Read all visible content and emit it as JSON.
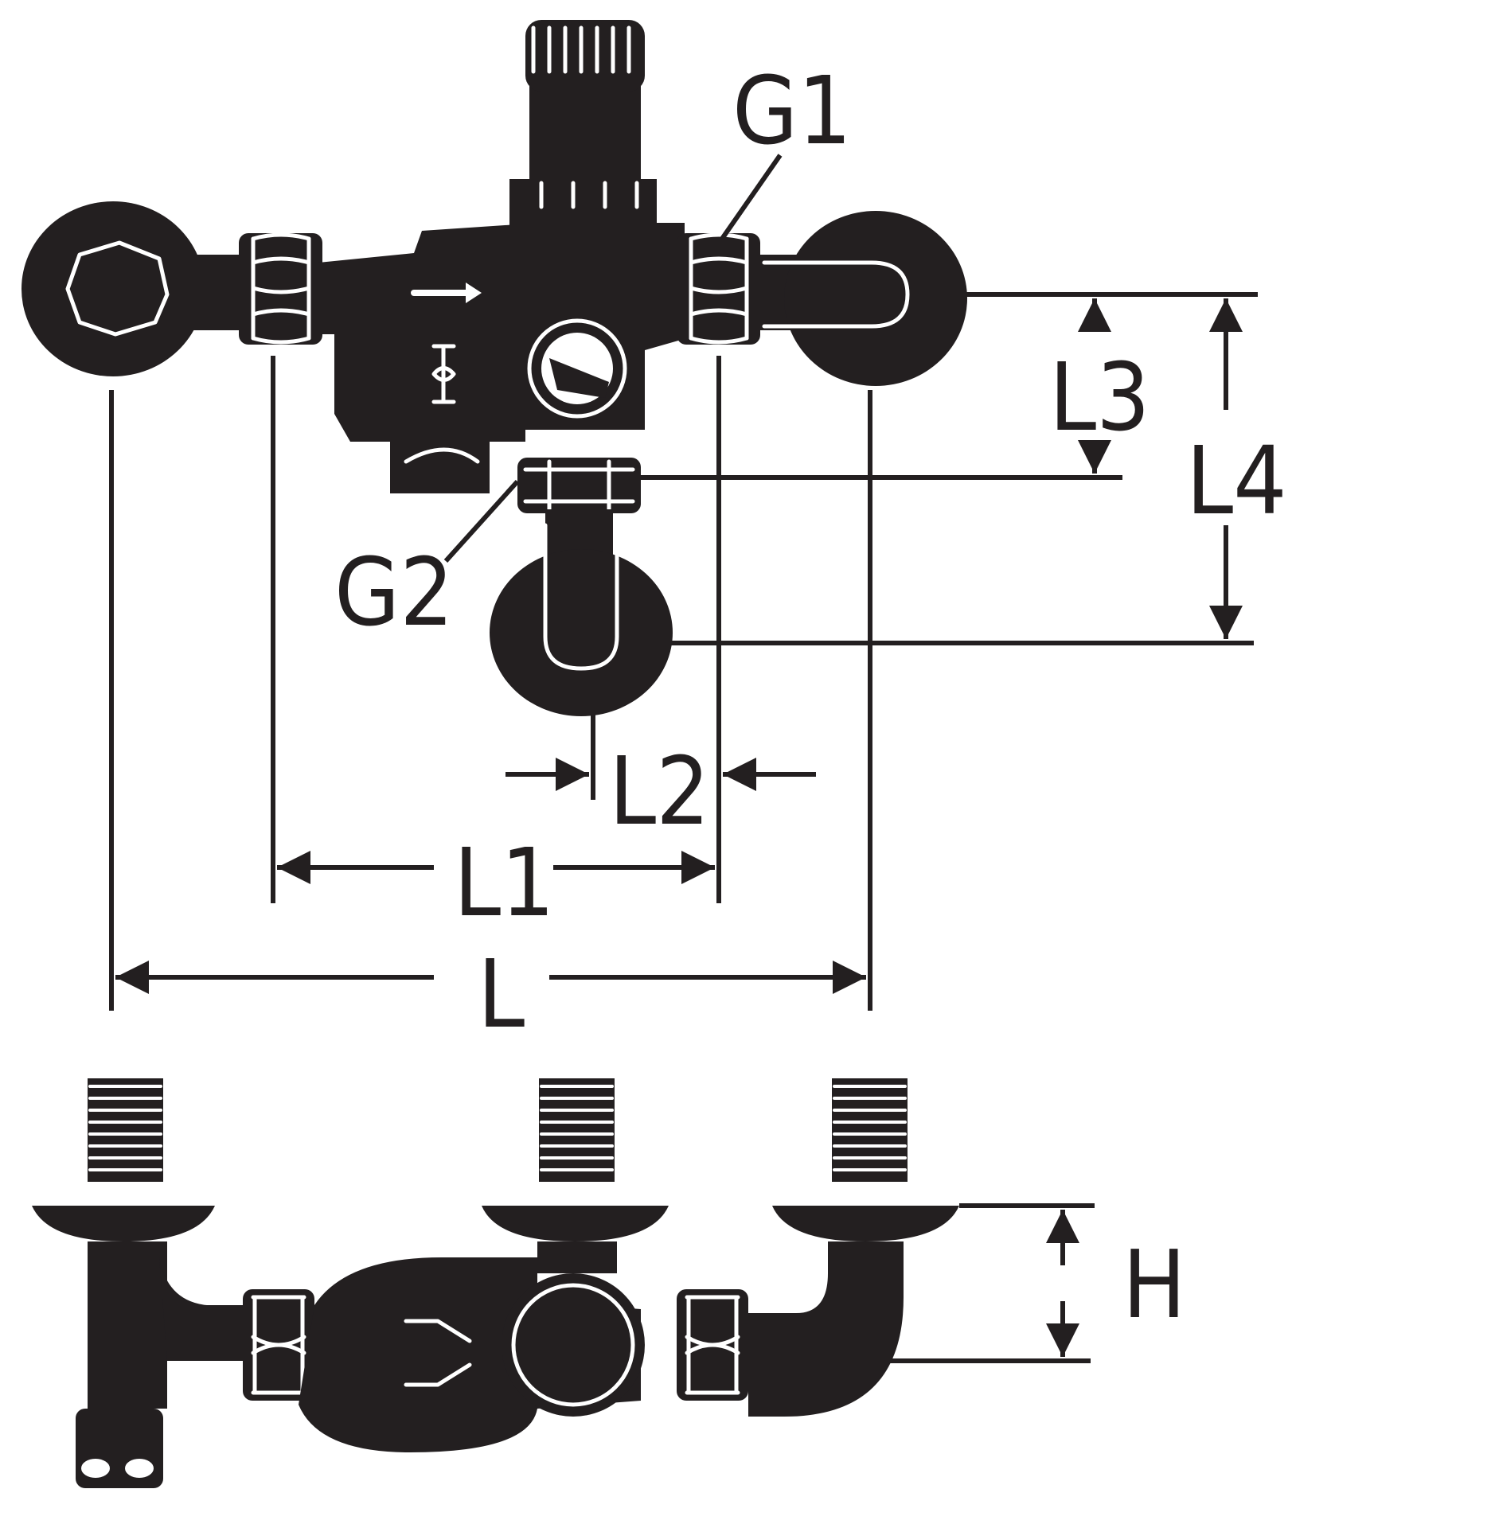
{
  "colors": {
    "ink": "#231f20",
    "paper": "#ffffff"
  },
  "labels": {
    "G1": "G1",
    "G2": "G2",
    "L": "L",
    "L1": "L1",
    "L2": "L2",
    "L3": "L3",
    "L4": "L4",
    "H": "H"
  }
}
